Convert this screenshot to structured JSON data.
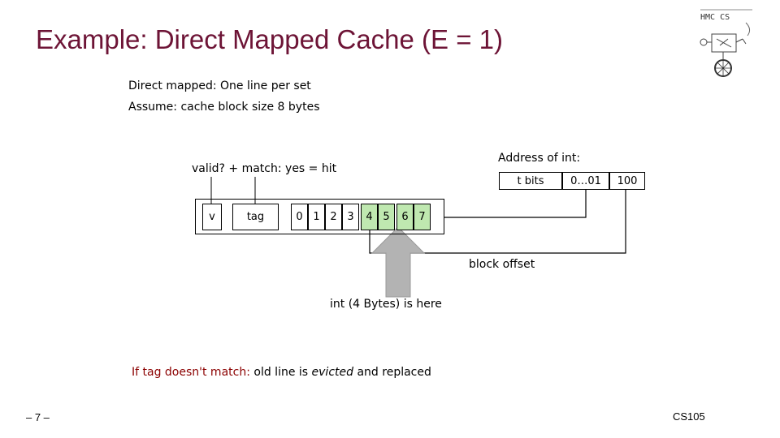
{
  "title": "Example: Direct Mapped Cache (E = 1)",
  "subtitle_lines": [
    "Direct mapped: One line per set",
    "Assume: cache block size 8 bytes"
  ],
  "address_label": "Address of int:",
  "address_fields": {
    "tbits": "t bits",
    "set": "0…01",
    "offset": "100"
  },
  "match_label": "valid?   +  match:  yes = hit",
  "line": {
    "valid": "v",
    "tag": "tag",
    "bytes": [
      "0",
      "1",
      "2",
      "3",
      "4",
      "5",
      "6",
      "7"
    ]
  },
  "block_offset_label": "block offset",
  "int_label": "int (4 Bytes) is here",
  "eviction": {
    "prefix": "If tag doesn't match:",
    "mid": " old line is ",
    "em": "evicted",
    "suffix": " and replaced"
  },
  "footer": {
    "page": "– 7 –",
    "course": "CS105"
  },
  "logo_text": "HMC CS",
  "colors": {
    "title": "#6d1436",
    "highlight_bytes": "#bfe8b0",
    "arrow": "#b3b3b3",
    "eviction_prefix": "#8b0000"
  }
}
